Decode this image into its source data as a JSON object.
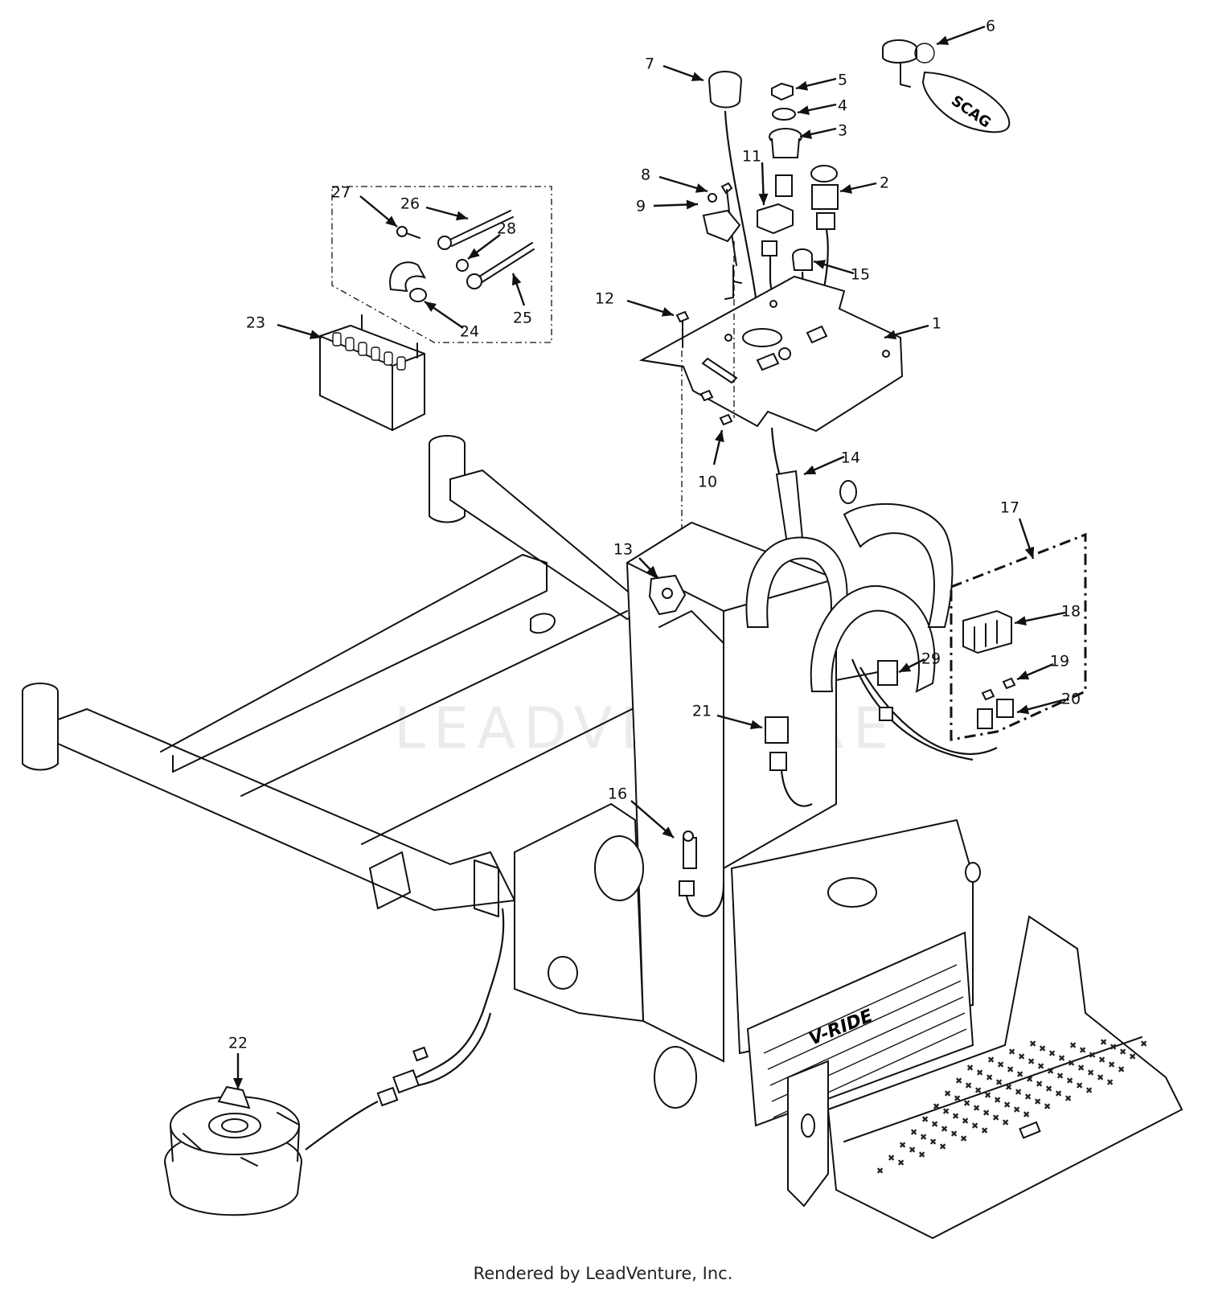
{
  "callouts": [
    {
      "label": "1"
    },
    {
      "label": "2"
    },
    {
      "label": "3"
    },
    {
      "label": "4"
    },
    {
      "label": "5"
    },
    {
      "label": "6"
    },
    {
      "label": "7"
    },
    {
      "label": "8"
    },
    {
      "label": "9"
    },
    {
      "label": "10"
    },
    {
      "label": "11"
    },
    {
      "label": "12"
    },
    {
      "label": "13"
    },
    {
      "label": "14"
    },
    {
      "label": "15"
    },
    {
      "label": "16"
    },
    {
      "label": "17"
    },
    {
      "label": "18"
    },
    {
      "label": "19"
    },
    {
      "label": "20"
    },
    {
      "label": "21"
    },
    {
      "label": "22"
    },
    {
      "label": "23"
    },
    {
      "label": "24"
    },
    {
      "label": "25"
    },
    {
      "label": "26"
    },
    {
      "label": "27"
    },
    {
      "label": "28"
    },
    {
      "label": "29"
    }
  ],
  "keyfob_text": "SCAG",
  "panel_logo_text": "V-RIDE",
  "watermark_text": "LEADVENTURE",
  "footer_text": "Rendered by LeadVenture, Inc."
}
